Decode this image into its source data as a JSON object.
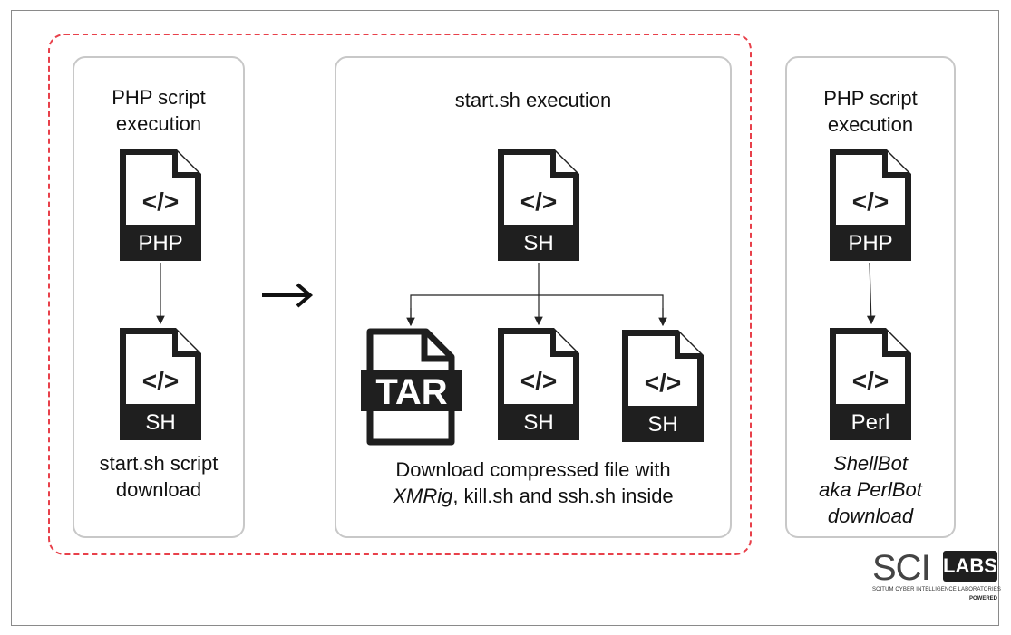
{
  "panels": {
    "left": {
      "title_line1": "PHP script",
      "title_line2": "execution",
      "caption_line1": "start.sh script",
      "caption_line2": "download"
    },
    "middle": {
      "title": "start.sh execution",
      "caption_line1": "Download compressed file with",
      "caption_line2_italic": "XMRig",
      "caption_line2_rest": ", kill.sh and ssh.sh inside"
    },
    "right": {
      "title_line1": "PHP script",
      "title_line2": "execution",
      "caption_line1": "ShellBot",
      "caption_line2": "aka PerlBot",
      "caption_line3": "download"
    }
  },
  "files": {
    "left_top": {
      "code": "</>",
      "label": "PHP"
    },
    "left_bottom": {
      "code": "</>",
      "label": "SH"
    },
    "mid_top": {
      "code": "</>",
      "label": "SH"
    },
    "mid_tar": {
      "label": "TAR"
    },
    "mid_sh1": {
      "code": "</>",
      "label": "SH"
    },
    "mid_sh2": {
      "code": "</>",
      "label": "SH"
    },
    "right_top": {
      "code": "</>",
      "label": "PHP"
    },
    "right_bottom": {
      "code": "</>",
      "label": "Perl"
    }
  },
  "logo": {
    "main": "SCI",
    "badge": "LABS",
    "subtitle": "SCITUM CYBER INTELLIGENCE LABORATORIES",
    "powered": "POWERED"
  },
  "colors": {
    "dashed_border": "#e8404a",
    "panel_border": "#c8c8c8",
    "file_fill": "#1f1f1f"
  }
}
